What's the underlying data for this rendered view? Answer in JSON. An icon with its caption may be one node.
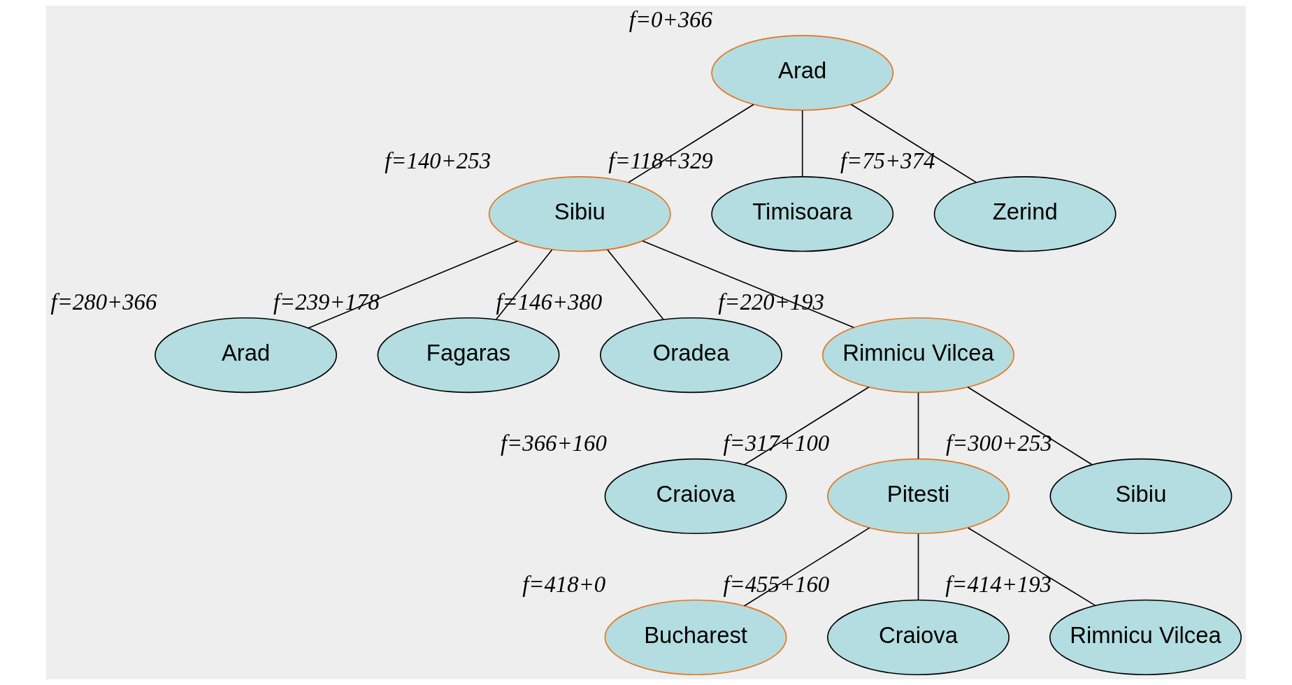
{
  "diagram": {
    "nodes": [
      {
        "text": [
          "Arad"
        ],
        "beside": [
          "f=0+366"
        ]
      },
      {
        "text": [
          "Sibiu"
        ],
        "beside": [
          "f=140+253"
        ]
      },
      {
        "text": [
          "Timisoara"
        ],
        "beside": [
          "f=118+329"
        ]
      },
      {
        "text": [
          "Zerind"
        ],
        "beside": [
          "f=75+374"
        ]
      },
      {
        "text": [
          "Arad"
        ],
        "beside": [
          "f=280+366"
        ]
      },
      {
        "text": [
          "Fagaras"
        ],
        "beside": [
          "f=239+178"
        ]
      },
      {
        "text": [
          "Oradea"
        ],
        "beside": [
          "f=146+380"
        ]
      },
      {
        "text": [
          "Rimnicu Vilcea"
        ],
        "beside": [
          "f=220+193"
        ]
      },
      {
        "text": [
          "Craiova"
        ],
        "beside": [
          "f=366+160"
        ]
      },
      {
        "text": [
          "Pitesti"
        ],
        "beside": [
          "f=317+100"
        ]
      },
      {
        "text": [
          "Sibiu"
        ],
        "beside": [
          "f=300+253"
        ]
      },
      {
        "text": [
          "Bucharest"
        ],
        "beside": [
          "f=418+0"
        ]
      },
      {
        "text": [
          "Craiova"
        ],
        "beside": [
          "f=455+160"
        ]
      },
      {
        "text": [
          "Rimnicu Vilcea"
        ],
        "beside": [
          "f=414+193"
        ]
      }
    ],
    "edges": [
      {
        "from": 0,
        "to": 1,
        "arrow": "none"
      },
      {
        "from": 0,
        "to": 2,
        "arrow": "none"
      },
      {
        "from": 0,
        "to": 3,
        "arrow": "none"
      },
      {
        "from": 1,
        "to": 4,
        "arrow": "none"
      },
      {
        "from": 1,
        "to": 5,
        "arrow": "none"
      },
      {
        "from": 1,
        "to": 6,
        "arrow": "none"
      },
      {
        "from": 1,
        "to": 7,
        "arrow": "none"
      },
      {
        "from": 7,
        "to": 8,
        "arrow": "none"
      },
      {
        "from": 7,
        "to": 9,
        "arrow": "none"
      },
      {
        "from": 7,
        "to": 10,
        "arrow": "none"
      },
      {
        "from": 9,
        "to": 11,
        "arrow": "none"
      },
      {
        "from": 9,
        "to": 12,
        "arrow": "none"
      },
      {
        "from": 9,
        "to": 13,
        "arrow": "none"
      }
    ]
  }
}
